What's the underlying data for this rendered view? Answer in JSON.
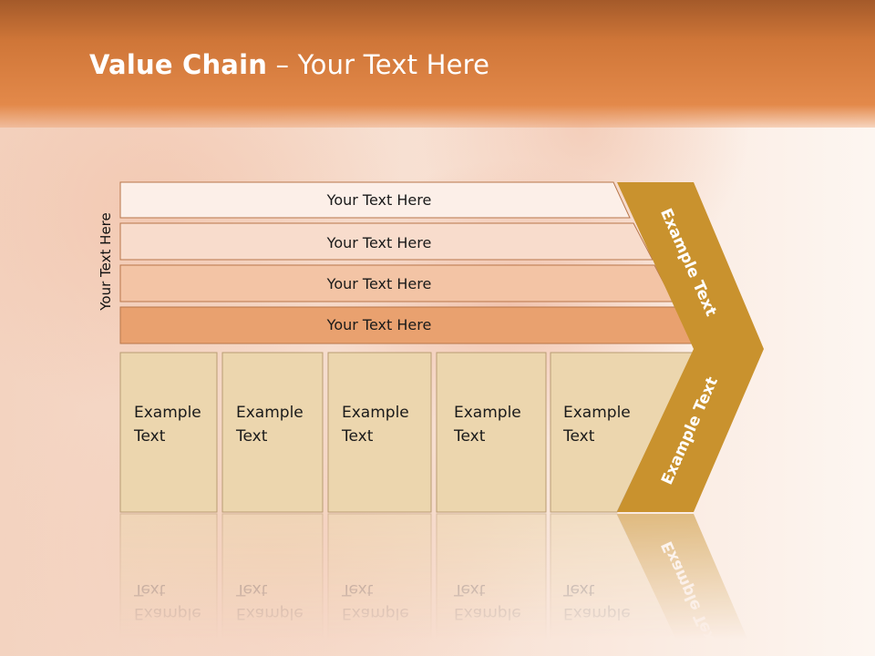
{
  "title": {
    "bold": "Value Chain",
    "rest": " – Your Text Here"
  },
  "vertical_label": "Your Text Here",
  "support_rows": [
    {
      "label": "Your Text Here",
      "fill": "#fcefe8"
    },
    {
      "label": "Your Text Here",
      "fill": "#f8dccc"
    },
    {
      "label": "Your Text Here",
      "fill": "#f3c4a5"
    },
    {
      "label": "Your Text Here",
      "fill": "#e9a16f"
    }
  ],
  "primary_columns": [
    {
      "line1": "Example",
      "line2": "Text"
    },
    {
      "line1": "Example",
      "line2": "Text"
    },
    {
      "line1": "Example",
      "line2": "Text"
    },
    {
      "line1": "Example",
      "line2": "Text"
    },
    {
      "line1": "Example",
      "line2": "Text"
    }
  ],
  "chevron": {
    "upper_label": "Example Text",
    "lower_label": "Example Text",
    "fill": "#c9922e"
  },
  "colors": {
    "column_fill": "#ecd6ae",
    "row_stroke": "#b8764a",
    "column_stroke": "#b99c72"
  }
}
